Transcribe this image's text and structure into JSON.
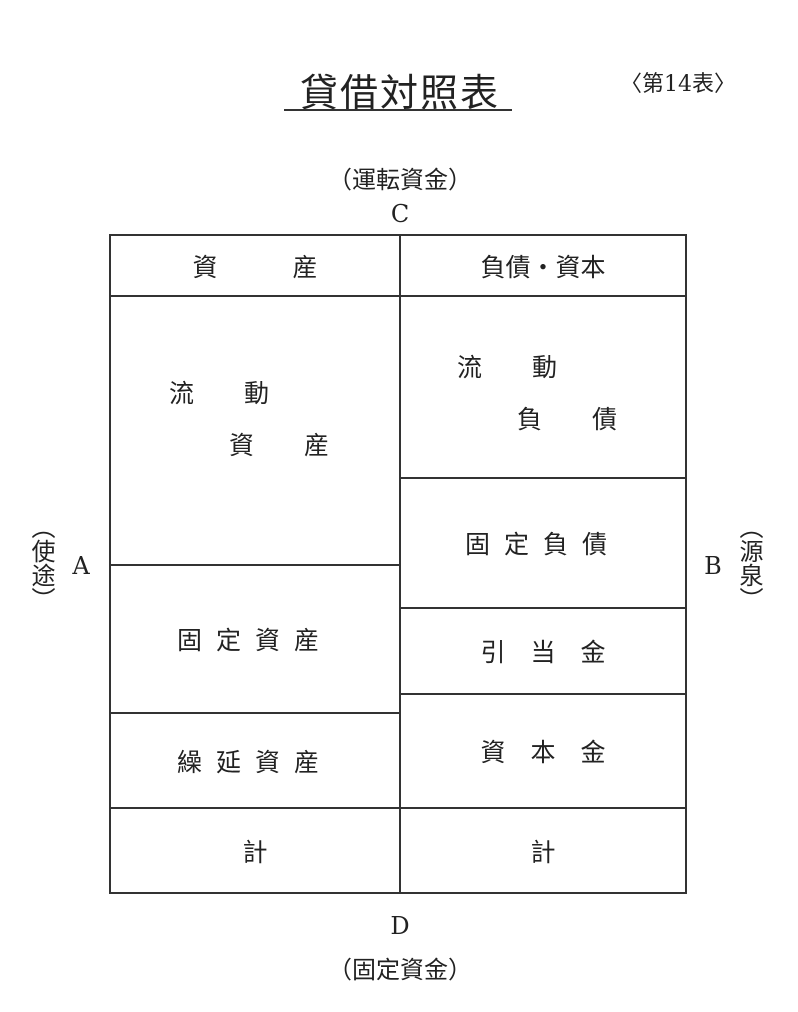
{
  "title": "貸借対照表",
  "table_number": "〈第14表〉",
  "top": {
    "note": "（運転資金）",
    "letter": "C"
  },
  "bottom": {
    "letter": "D",
    "note": "（固定資金）"
  },
  "left": {
    "note": "（使途）",
    "letter": "A"
  },
  "right": {
    "letter": "B",
    "note": "（源泉）"
  },
  "assets": {
    "header": "資　　　産",
    "current_line1": "流　　動",
    "current_line2": "資　　産",
    "fixed": "固定資産",
    "deferred": "繰延資産",
    "total": "計"
  },
  "liabilities": {
    "header": "負債・資本",
    "current_line1": "流　　動",
    "current_line2": "負　　債",
    "fixed": "固定負債",
    "reserves": "引　当　金",
    "capital": "資　本　金",
    "total": "計"
  }
}
